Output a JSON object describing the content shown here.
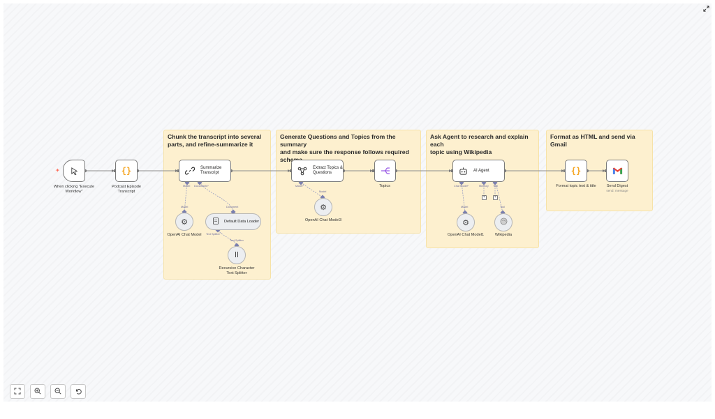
{
  "stickies": [
    {
      "id": "chunk",
      "text": "Chunk the transcript into several\nparts, and refine-summarize it"
    },
    {
      "id": "generate",
      "text": "Generate Questions and Topics from the summary\nand make sure the response follows required\nschema."
    },
    {
      "id": "agent",
      "text": "Ask Agent to research and explain each\ntopic using Wikipedia"
    },
    {
      "id": "format",
      "text": "Format as HTML and send via Gmail"
    }
  ],
  "nodes": {
    "trigger": {
      "label": "When clicking \"Execute\nWorkflow\"",
      "icon": "cursor-icon"
    },
    "podcast": {
      "label": "Podcast Episode\nTranscript",
      "icon": "braces-icon"
    },
    "summarize": {
      "title": "Summarize\nTranscript",
      "icon": "link-icon"
    },
    "extract": {
      "title": "Extract Topics &\nQuestions",
      "icon": "network-icon"
    },
    "topics": {
      "label": "Topics",
      "icon": "split-icon"
    },
    "ai_agent": {
      "title": "AI Agent",
      "icon": "robot-icon"
    },
    "format": {
      "label": "Format topic text & title",
      "icon": "braces-icon"
    },
    "gmail": {
      "label": "Send Digest",
      "sub": "send: message",
      "icon": "gmail-icon"
    }
  },
  "subnodes": {
    "openai1": {
      "label": "OpenAI Chat Model"
    },
    "loader": {
      "label": "Default Data Loader"
    },
    "splitter": {
      "label": "Recursive Character\nText Splitter"
    },
    "openai3": {
      "label": "OpenAI Chat Model3"
    },
    "openai4": {
      "label": "OpenAI Chat Model1"
    },
    "wiki": {
      "label": "Wikipedia"
    }
  },
  "ports": {
    "summ_model": "Model",
    "summ_docs": "Documents*",
    "openai1_model": "Model",
    "loader_doc": "Document",
    "loader_split": "Text Splitter *",
    "splitter_out": "Text Splitter",
    "extract_model": "Model*",
    "openai3_model": "Model",
    "agent_chat": "Chat Model*",
    "agent_memory": "Memory",
    "agent_tool": "Tool",
    "openai4_model": "Model",
    "wiki_tool": "Tool"
  },
  "colors": {
    "sticky": "#fdf0cf",
    "accent": "#ff6d5a",
    "wire": "#8c8c8c",
    "port": "#7a7fae",
    "braces": "#f5a623"
  },
  "controls": [
    "fit-view-icon",
    "zoom-in-icon",
    "zoom-out-icon",
    "reset-icon"
  ]
}
